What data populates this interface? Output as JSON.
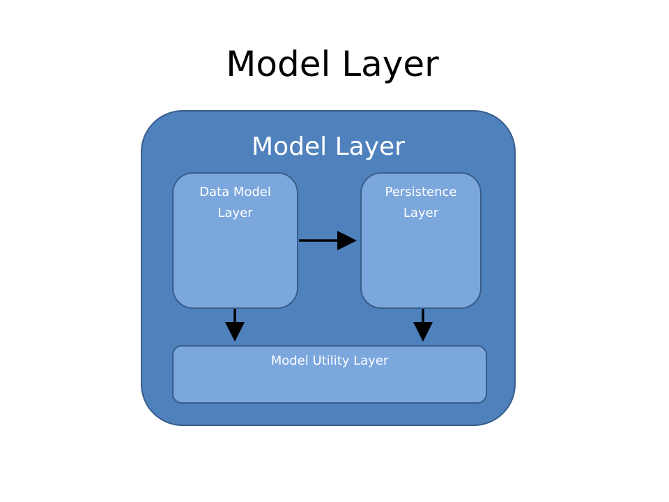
{
  "slide": {
    "title": "Model Layer"
  },
  "diagram": {
    "container_label": "Model Layer",
    "boxes": {
      "data_model": "Data Model\nLayer",
      "persistence": "Persistence\nLayer",
      "utility": "Model Utility Layer"
    },
    "colors": {
      "container_fill": "#4f81bd",
      "box_fill": "#7ba7dd",
      "border": "#385d8a",
      "arrow": "#000000"
    }
  }
}
